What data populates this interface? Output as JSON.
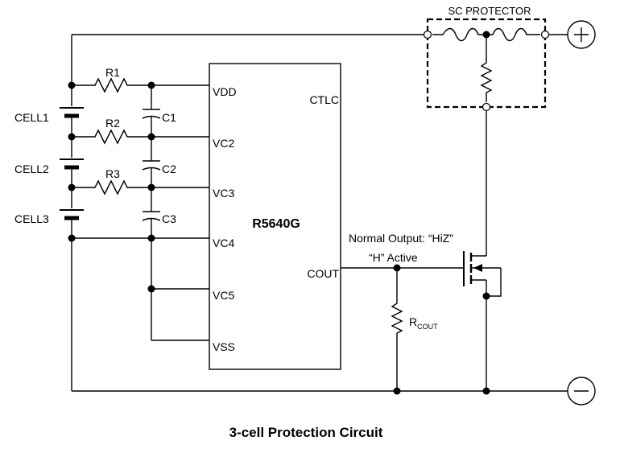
{
  "sc_protector": {
    "title": "SC PROTECTOR"
  },
  "terminals": {
    "plus": "+",
    "minus": "−"
  },
  "chip": {
    "name": "R5640G",
    "pins_left": [
      "VDD",
      "VC2",
      "VC3",
      "VC4",
      "VC5",
      "VSS"
    ],
    "pins_right": [
      "CTLC",
      "COUT"
    ]
  },
  "cells": [
    "CELL1",
    "CELL2",
    "CELL3"
  ],
  "resistors": [
    "R1",
    "R2",
    "R3"
  ],
  "capacitors": [
    "C1",
    "C2",
    "C3"
  ],
  "rcout": {
    "main": "R",
    "sub": "COUT"
  },
  "notes": {
    "normal_output": "Normal Output: “HiZ”",
    "active": "“H” Active"
  },
  "caption": "3-cell Protection Circuit"
}
